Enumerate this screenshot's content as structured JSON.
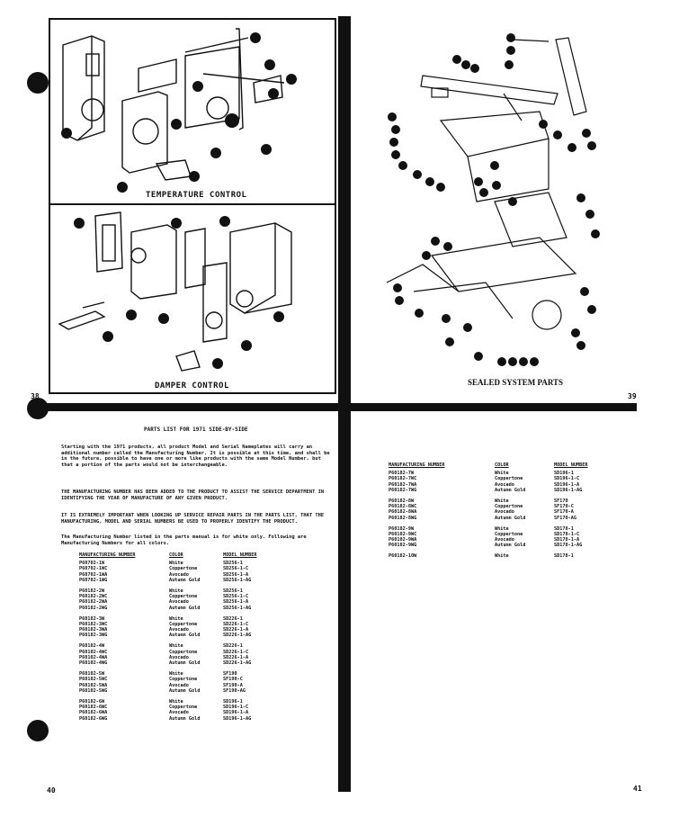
{
  "diagrams": {
    "temperature_control_caption": "TEMPERATURE CONTROL",
    "damper_control_caption": "DAMPER CONTROL",
    "sealed_system_caption": "SEALED SYSTEM PARTS"
  },
  "page_numbers": {
    "top_left": "38",
    "top_right": "39",
    "bottom_left": "40",
    "bottom_right": "41"
  },
  "parts_list": {
    "title": "PARTS LIST FOR 1971 SIDE-BY-SIDE",
    "paragraphs": [
      "Starting with the 1971 products, all product Model and Serial Nameplates will carry an additional number called the Manufacturing Number. It is possible at this time, and shall be in the future, possible to have one or more like products with the same Model Number, but that a portion of the parts would not be interchangeable.",
      "THE MANUFACTURING NUMBER HAS BEEN ADDED TO THE PRODUCT TO ASSIST THE SERVICE DEPARTMENT IN IDENTIFYING THE YEAR OF MANUFACTURE OF ANY GIVEN PRODUCT.",
      "IT IS EXTREMELY IMPORTANT WHEN LOOKING UP SERVICE REPAIR PARTS IN THE PARTS LIST, THAT THE MANUFACTURING, MODEL AND SERIAL NUMBERS BE USED TO PROPERLY IDENTIFY THE PRODUCT.",
      "The Manufacturing Number listed in the parts manual is for white only. Following are Manufacturing Numbers for all colors."
    ],
    "headers": {
      "mfg": "MANUFACTURING NUMBER",
      "color": "COLOR",
      "model": "MODEL NUMBER"
    },
    "left_groups": [
      [
        [
          "P60702-1W",
          "White",
          "SD256-1"
        ],
        [
          "P60702-1WC",
          "Coppertone",
          "SD256-1-C"
        ],
        [
          "P60702-1WA",
          "Avocado",
          "SD256-1-A"
        ],
        [
          "P60702-1WG",
          "Autumn Gold",
          "SD256-1-AG"
        ]
      ],
      [
        [
          "P60182-2W",
          "White",
          "SD256-1"
        ],
        [
          "P60182-2WC",
          "Coppertone",
          "SD256-1-C"
        ],
        [
          "P60182-2WA",
          "Avocado",
          "SD256-1-A"
        ],
        [
          "P60182-2WG",
          "Autumn Gold",
          "SD256-1-AG"
        ]
      ],
      [
        [
          "P60182-3W",
          "White",
          "SD226-1"
        ],
        [
          "P60182-3WC",
          "Coppertone",
          "SD226-1-C"
        ],
        [
          "P60182-3WA",
          "Avocado",
          "SD226-1-A"
        ],
        [
          "P60182-3WG",
          "Autumn Gold",
          "SD226-1-AG"
        ]
      ],
      [
        [
          "P60102-4W",
          "White",
          "SD226-1"
        ],
        [
          "P60102-4WC",
          "Coppertone",
          "SD226-1-C"
        ],
        [
          "P60102-4WA",
          "Avocado",
          "SD226-1-A"
        ],
        [
          "P60102-4WG",
          "Autumn Gold",
          "SD226-1-AG"
        ]
      ],
      [
        [
          "P60102-5W",
          "White",
          "SF190"
        ],
        [
          "P60102-5WC",
          "Coppertone",
          "SF190-C"
        ],
        [
          "P60102-5WA",
          "Avocado",
          "SF190-A"
        ],
        [
          "P60102-5WG",
          "Autumn Gold",
          "SF190-AG"
        ]
      ],
      [
        [
          "P60182-6W",
          "White",
          "SD196-1"
        ],
        [
          "P60182-6WC",
          "Coppertone",
          "SD196-1-C"
        ],
        [
          "P60182-6WA",
          "Avocado",
          "SD196-1-A"
        ],
        [
          "P60182-6WG",
          "Autumn Gold",
          "SD196-1-AG"
        ]
      ]
    ],
    "right_groups": [
      [
        [
          "P60182-7W",
          "White",
          "SD196-1"
        ],
        [
          "P60182-7WC",
          "Coppertone",
          "SD196-1-C"
        ],
        [
          "P60182-7WA",
          "Avocado",
          "SD196-1-A"
        ],
        [
          "P60182-7WG",
          "Autumn Gold",
          "SD196-1-AG"
        ]
      ],
      [
        [
          "P60182-8W",
          "White",
          "SF170"
        ],
        [
          "P60182-8WC",
          "Coppertone",
          "SF170-C"
        ],
        [
          "P60182-8WA",
          "Avocado",
          "SF170-A"
        ],
        [
          "P60182-8WG",
          "Autumn Gold",
          "SF170-AG"
        ]
      ],
      [
        [
          "P60102-9W",
          "White",
          "SD178-1"
        ],
        [
          "P60102-9WC",
          "Coppertone",
          "SD178-1-C"
        ],
        [
          "P60102-9WA",
          "Avocado",
          "SD178-1-A"
        ],
        [
          "P60102-9WG",
          "Autumn Gold",
          "SD178-1-AG"
        ]
      ],
      [
        [
          "P60182-10W",
          "White",
          "SD178-1"
        ]
      ]
    ]
  }
}
